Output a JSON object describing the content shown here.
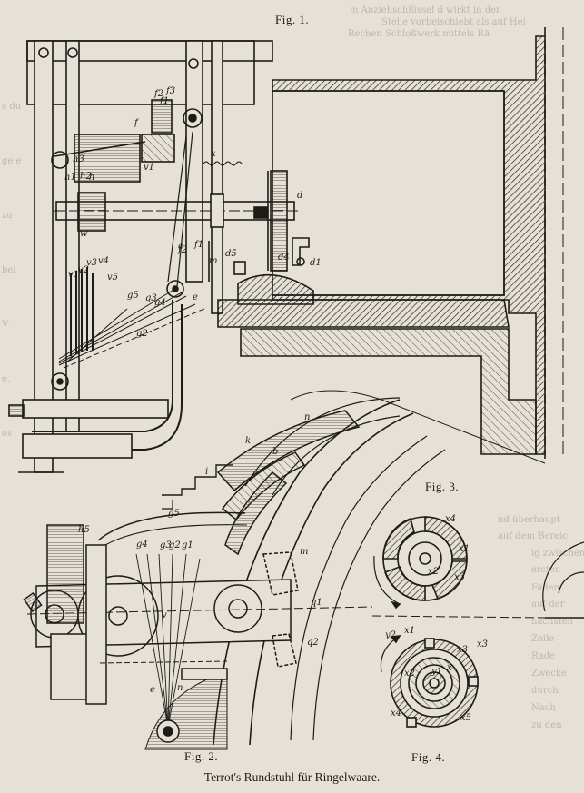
{
  "figures": {
    "fig1": "Fig. 1.",
    "fig2": "Fig. 2.",
    "fig3": "Fig. 3.",
    "fig4": "Fig. 4."
  },
  "title": "Terrot's Rundstuhl für Ringelwaare.",
  "bleed_text": {
    "top_right_1": "m Anziehschlüssel d wirkt in der",
    "top_right_2": "Stelle vorbeischiebt als auf Hei",
    "top_right_3": "Rechen Schloßwerk mittels Rä",
    "right_col": [
      "nd überhaupt",
      "auf dem Bereic",
      "ig zwischen",
      "ersten",
      "Fäden",
      "auf der",
      "nächsten",
      "Zeile",
      "Rade",
      "Zwecke",
      "durch",
      "Nach",
      "zu den"
    ],
    "left_col": [
      "s du",
      "ge e",
      "zu",
      "bel",
      "V",
      "e.",
      "ov"
    ]
  },
  "labels": {
    "fig1": [
      "f3",
      "f2",
      "f1",
      "f",
      "h3",
      "h2",
      "h1",
      "h",
      "v1",
      "x",
      "w",
      "d",
      "f2",
      "f1",
      "m",
      "c",
      "d1",
      "v1",
      "v2",
      "v3",
      "v4",
      "v5",
      "g5",
      "g3",
      "g4",
      "g2",
      "e",
      "d4",
      "d5"
    ],
    "fig2": [
      "n",
      "k",
      "b",
      "i",
      "g5",
      "h5",
      "g4",
      "g3",
      "g2",
      "g1",
      "m",
      "v",
      "q1",
      "q2",
      "n",
      "e"
    ],
    "fig3": [
      "x4",
      "x1",
      "x2",
      "x3"
    ],
    "fig4": [
      "y2",
      "x1",
      "x3",
      "x2",
      "y1",
      "x",
      "x4",
      "x5",
      "x3"
    ]
  }
}
